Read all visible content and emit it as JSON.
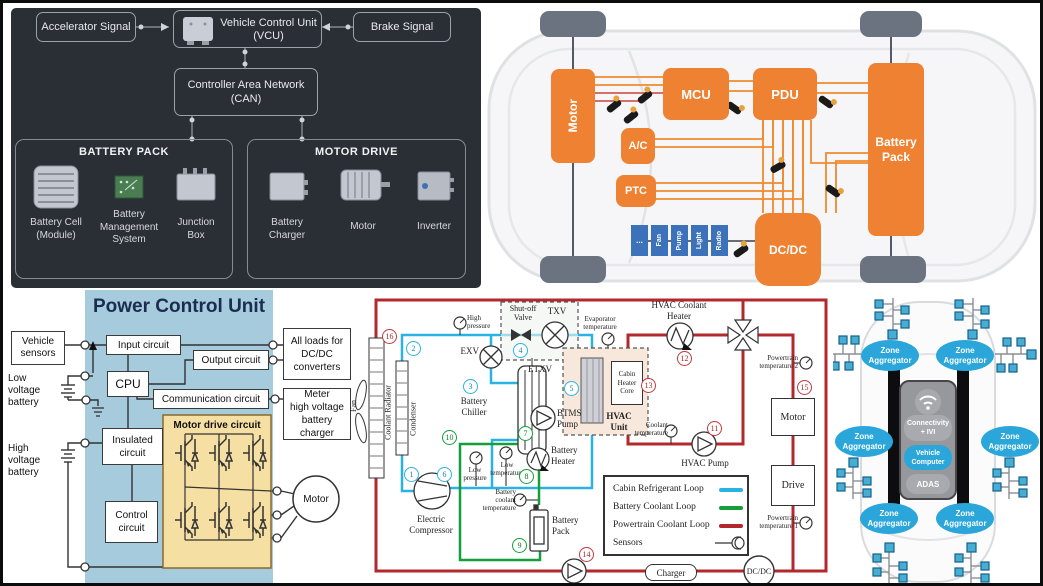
{
  "vcu_panel": {
    "accelerator_signal": "Accelerator Signal",
    "vcu": [
      "Vehicle Control Unit",
      "(VCU)"
    ],
    "brake_signal": "Brake Signal",
    "can": [
      "Controller Area Network",
      "(CAN)"
    ],
    "battery_section": {
      "title": "BATTERY PACK",
      "item1": [
        "Battery Cell",
        "(Module)"
      ],
      "item2": [
        "Battery",
        "Management",
        "System"
      ],
      "item3": [
        "Junction",
        "Box"
      ]
    },
    "motor_section": {
      "title": "MOTOR DRIVE",
      "item1": [
        "Battery",
        "Charger"
      ],
      "item2": "Motor",
      "item3": "Inverter"
    }
  },
  "harness_panel": {
    "motor": "Motor",
    "mcu": "MCU",
    "pdu": "PDU",
    "ac": "A/C",
    "ptc": "PTC",
    "dcdc": "DC/DC",
    "battery_pack": [
      "Battery",
      "Pack"
    ],
    "accessories": [
      "...",
      "Fan",
      "Pump",
      "Light",
      "Radio"
    ],
    "colors": {
      "component": "#EE8232",
      "accessory": "#3C72B9",
      "wheel": "#6B7280"
    }
  },
  "pcu_panel": {
    "title": "Power Control Unit",
    "vehicle_sensors": [
      "Vehicle",
      "sensors"
    ],
    "low_voltage_battery": [
      "Low",
      "voltage",
      "battery"
    ],
    "high_voltage_battery": [
      "High",
      "voltage",
      "battery"
    ],
    "input_circuit": "Input circuit",
    "output_circuit": "Output circuit",
    "cpu": "CPU",
    "communication_circuit": "Communication circuit",
    "insulated_circuit": [
      "Insulated",
      "circuit"
    ],
    "control_circuit": [
      "Control",
      "circuit"
    ],
    "motor_drive_circuit": "Motor drive circuit",
    "all_loads": [
      "All loads for",
      "DC/DC",
      "converters"
    ],
    "meter": [
      "Meter",
      "high voltage",
      "battery charger"
    ],
    "motor": "Motor"
  },
  "thermal_panel": {
    "fan": "Fan",
    "coolant_radiator": "Coolant Radiator",
    "condenser": "Condenser",
    "exv": "EXV",
    "txv": "TXV",
    "etxv": "ETXV",
    "shutoff_valve": [
      "Shut-off",
      "Valve"
    ],
    "battery_chiller": [
      "Battery",
      "Chiller"
    ],
    "btms_pump": [
      "BTMS",
      "Pump"
    ],
    "cabin_heater_core": [
      "Cabin",
      "Heater",
      "Core"
    ],
    "hvac_unit": [
      "HVAC",
      "Unit"
    ],
    "hvac_coolant_heater": [
      "HVAC Coolant",
      "Heater"
    ],
    "battery_heater": [
      "Battery",
      "Heater"
    ],
    "battery_pack": [
      "Battery",
      "Pack"
    ],
    "electric_compressor": [
      "Electric",
      "Compressor"
    ],
    "hvac_pump": "HVAC Pump",
    "motor": "Motor",
    "drive": "Drive",
    "charger": "Charger",
    "dcdc": "DC/DC",
    "sensor_labels": {
      "high_pressure": [
        "High",
        "pressure"
      ],
      "evaporator_temperature": [
        "Evaporator",
        "temperature"
      ],
      "low_pressure": [
        "Low",
        "pressure"
      ],
      "low_temperature": [
        "Low",
        "temperature"
      ],
      "battery_coolant_temperature": [
        "Battery",
        "coolant",
        "temperature"
      ],
      "coolant_temperature": [
        "Coolant",
        "temperature"
      ],
      "powertrain_temperature_2": [
        "Powertrain",
        "temperature 2"
      ],
      "powertrain_temperature_1": [
        "Powertrain",
        "temperature 1"
      ]
    },
    "numbers": [
      "1",
      "2",
      "3",
      "4",
      "5",
      "6",
      "7",
      "8",
      "9",
      "10",
      "11",
      "12",
      "13",
      "14",
      "15",
      "16"
    ],
    "legend": {
      "cabin_refrigerant_loop": "Cabin Refrigerant Loop",
      "battery_coolant_loop": "Battery Coolant Loop",
      "powertrain_coolant_loop": "Powertrain Coolant Loop",
      "sensors": "Sensors"
    },
    "loop_colors": {
      "refrigerant": "#2AB3E2",
      "battery": "#149E3C",
      "powertrain": "#B3282D"
    }
  },
  "zonal_panel": {
    "zone_aggregator": [
      "Zone",
      "Aggregator"
    ],
    "connectivity": [
      "Connectivity",
      "+ IVI"
    ],
    "vehicle_computer": [
      "Vehicle",
      "Computer"
    ],
    "adas": "ADAS",
    "accent": "#2BA6DA"
  }
}
